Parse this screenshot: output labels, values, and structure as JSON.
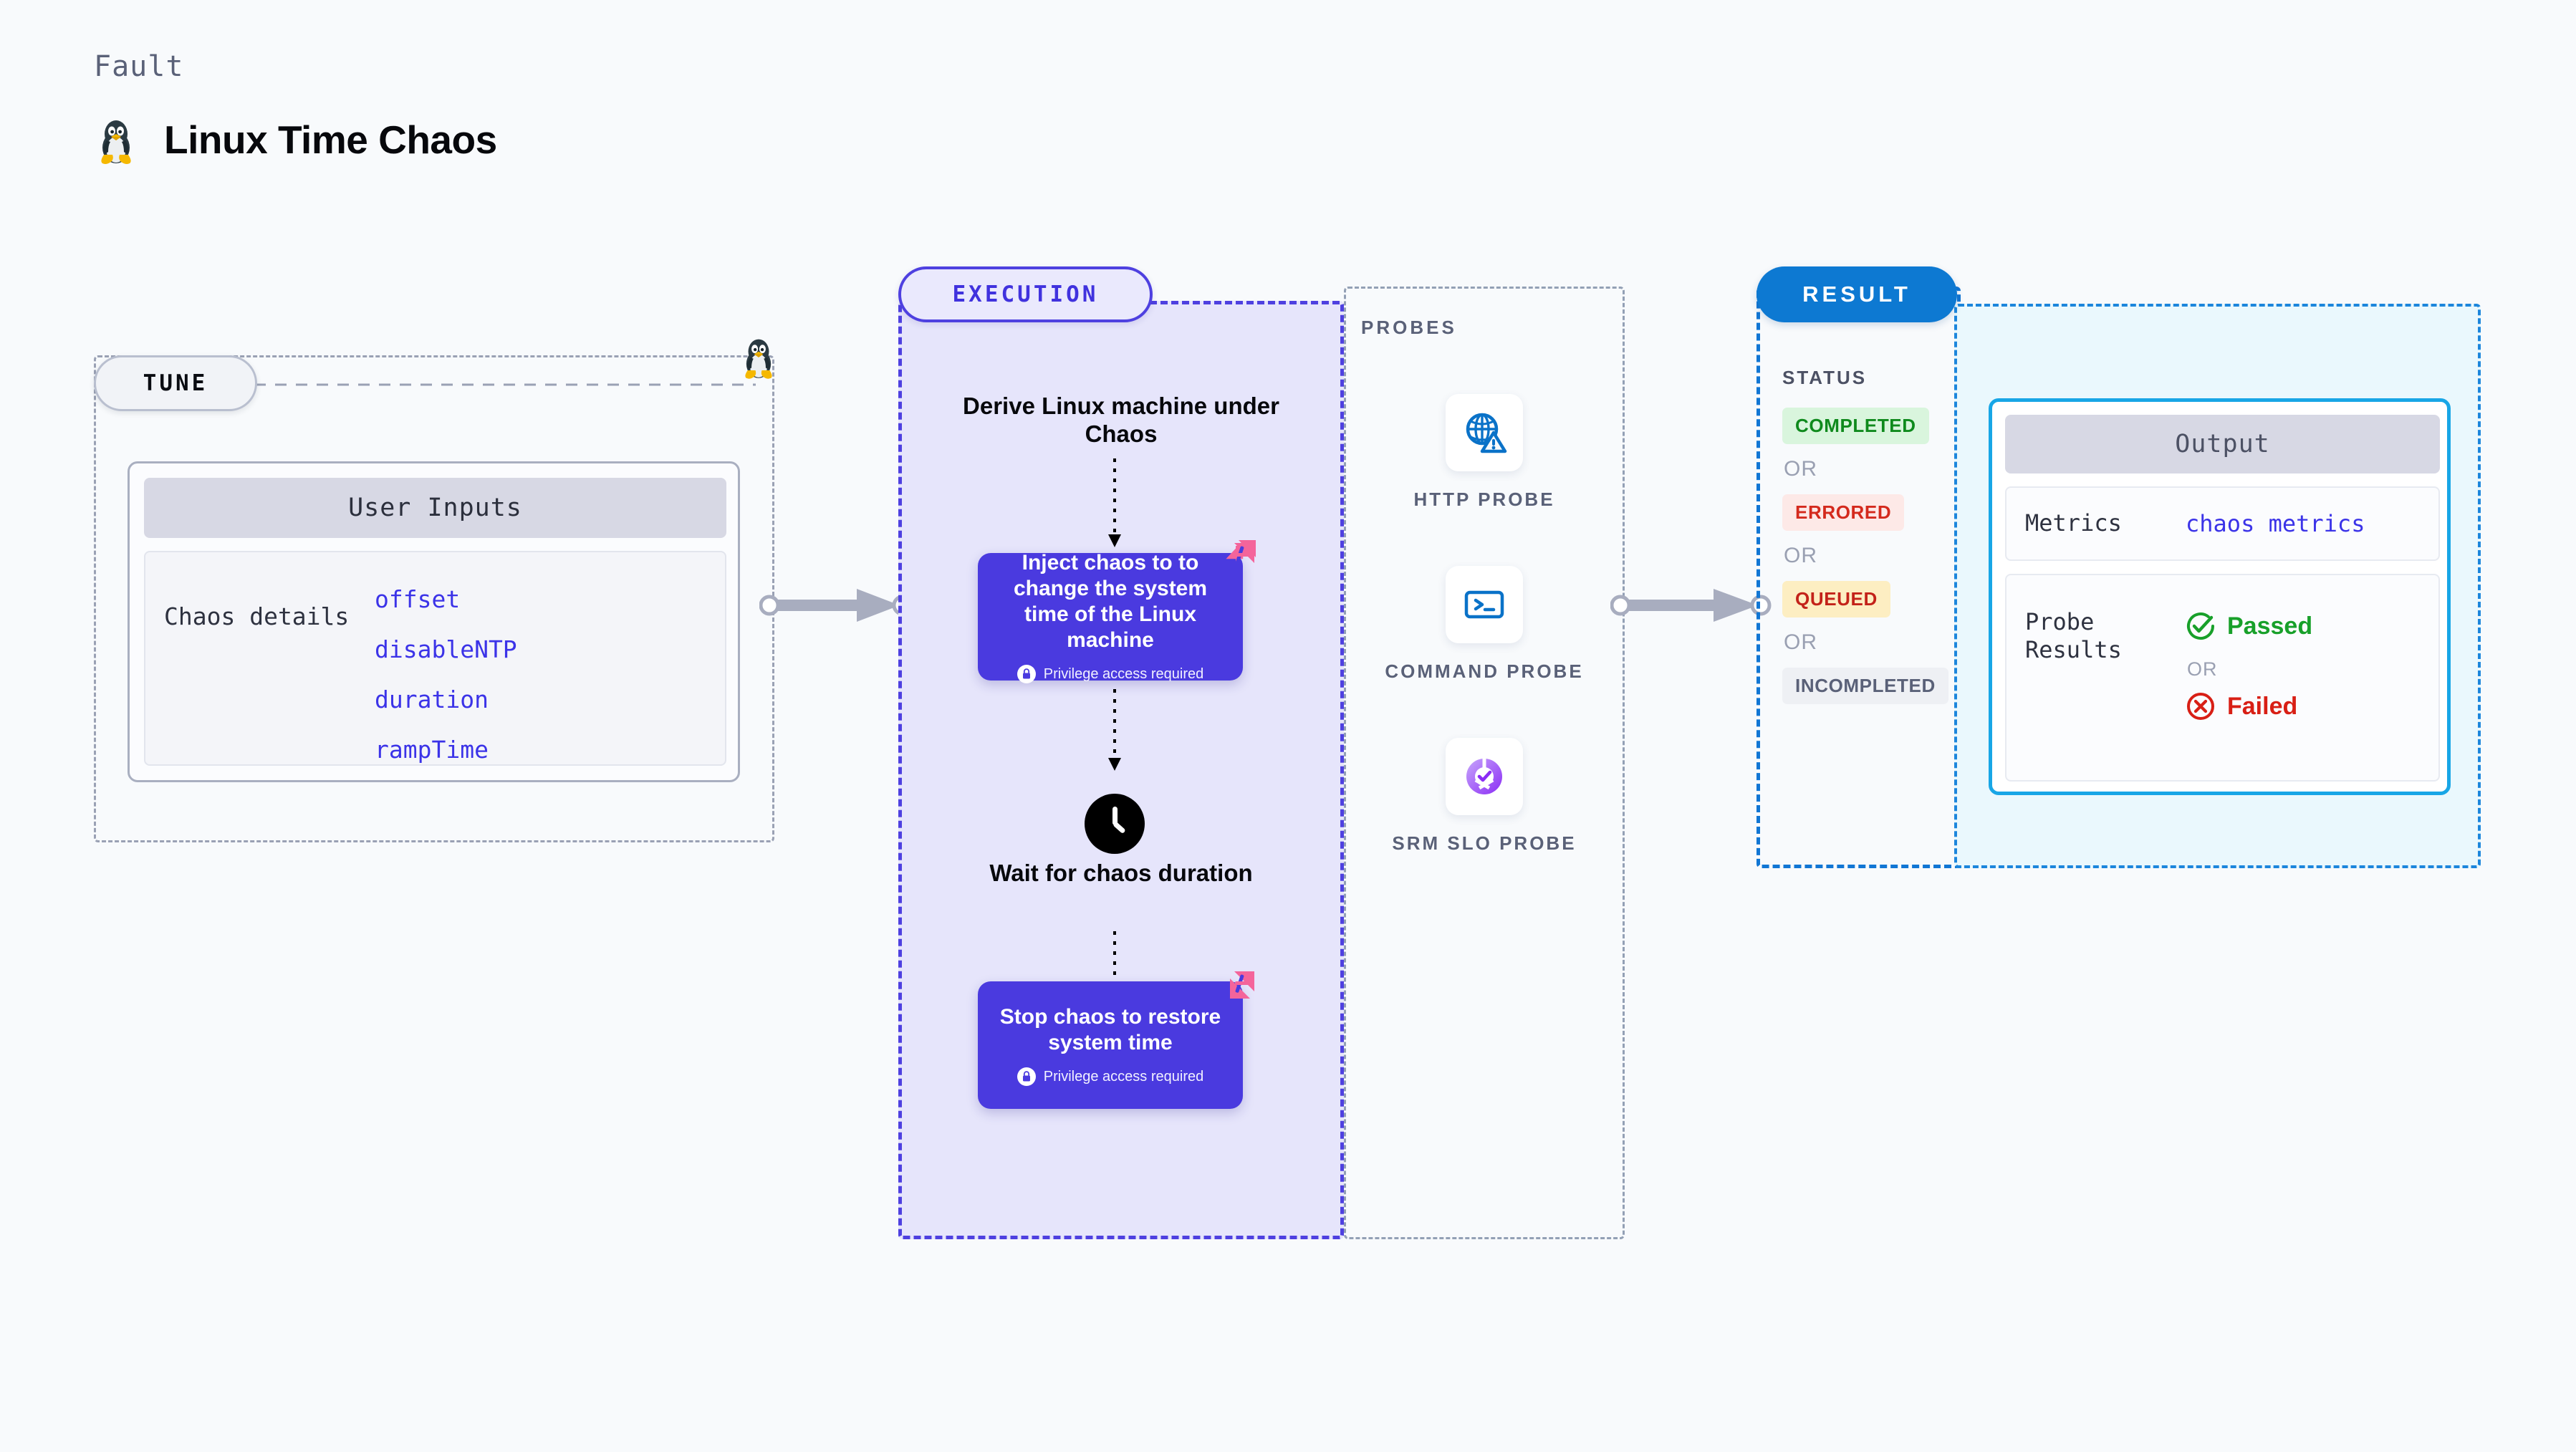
{
  "header": {
    "eyebrow": "Fault",
    "title": "Linux Time Chaos",
    "icon": "tux-penguin-icon"
  },
  "tune": {
    "badge": "TUNE",
    "card": {
      "header": "User Inputs",
      "row_label": "Chaos details",
      "parameters": [
        "offset",
        "disableNTP",
        "duration",
        "rampTime"
      ]
    }
  },
  "execution": {
    "badge": "EXECUTION",
    "steps": [
      {
        "kind": "title",
        "text": "Derive Linux machine under Chaos"
      },
      {
        "kind": "card",
        "text": "Inject chaos to to change the system time of the Linux machine",
        "note": "Privilege access required"
      },
      {
        "kind": "title",
        "text": "Wait for chaos duration",
        "icon": "clock-icon"
      },
      {
        "kind": "card",
        "text": "Stop chaos to restore system time",
        "note": "Privilege access required"
      }
    ]
  },
  "probes": {
    "label": "PROBES",
    "items": [
      {
        "name": "HTTP PROBE",
        "icon": "globe-warning-icon"
      },
      {
        "name": "COMMAND PROBE",
        "icon": "terminal-prompt-icon"
      },
      {
        "name": "SRM SLO PROBE",
        "icon": "slo-donut-check-icon"
      }
    ]
  },
  "result": {
    "badge": "RESULT",
    "status_title": "STATUS",
    "or_text": "OR",
    "statuses": [
      {
        "label": "COMPLETED",
        "bg": "#d9f5dd",
        "fg": "#0f8a1d"
      },
      {
        "label": "ERRORED",
        "bg": "#fde9e7",
        "fg": "#d42a1d"
      },
      {
        "label": "QUEUED",
        "bg": "#fdeec2",
        "fg": "#c32219"
      },
      {
        "label": "INCOMPLETED",
        "bg": "#eef0f4",
        "fg": "#5a6178"
      }
    ]
  },
  "output": {
    "header": "Output",
    "metrics_label": "Metrics",
    "metrics_value": "chaos metrics",
    "probe_results_label": "Probe Results",
    "passed": "Passed",
    "or_text": "OR",
    "failed": "Failed"
  },
  "colors": {
    "accent_indigo": "#4a3adf",
    "accent_blue": "#0d79d2",
    "accent_cyan": "#18a6e6",
    "harness_pink": "#f4649b",
    "pass_green": "#18a02a",
    "fail_red": "#d81f15"
  }
}
